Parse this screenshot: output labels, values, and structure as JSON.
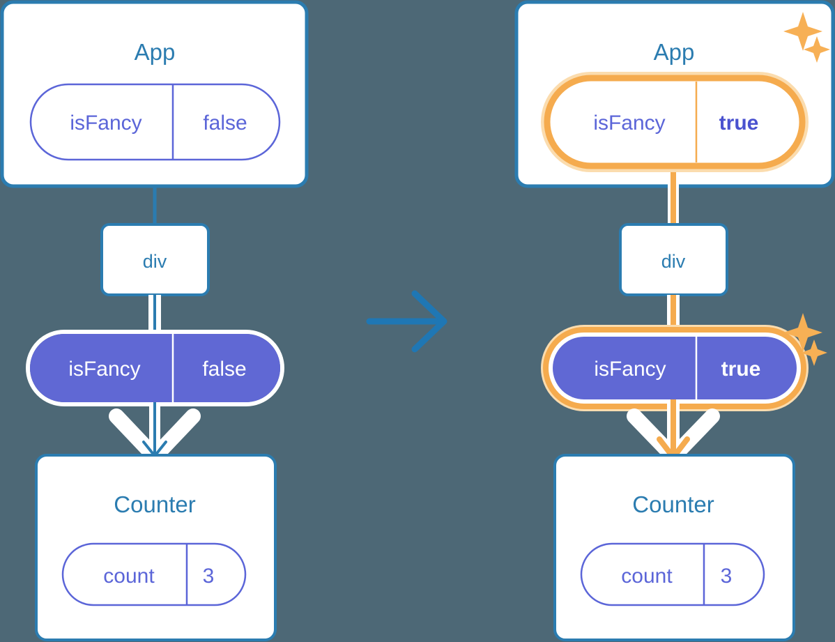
{
  "diagram": {
    "title_text": "",
    "background_color": "#4d6876",
    "transition_arrow": "arrow-right-icon",
    "colors": {
      "card_border": "#2b7cb0",
      "card_fill": "#ffffff",
      "text_blue": "#2b7cb0",
      "purple": "#5b65d8",
      "purple_fill": "#6068d4",
      "highlight_orange": "#f5ab4e",
      "highlight_glow": "#fbdcae",
      "white": "#ffffff"
    },
    "panels": [
      {
        "id": "before",
        "app_card": {
          "title": "App",
          "state_pill": {
            "key": "isFancy",
            "value": "false",
            "style": "outline",
            "highlighted": false,
            "bold_value": false
          }
        },
        "div_node": {
          "label": "div"
        },
        "prop_pill": {
          "key": "isFancy",
          "value": "false",
          "style": "filled",
          "highlighted": false,
          "bold_value": false
        },
        "counter_card": {
          "title": "Counter",
          "state_pill": {
            "key": "count",
            "value": "3",
            "style": "outline",
            "highlighted": false,
            "bold_value": false
          }
        },
        "flow_color": "#2b7cb0",
        "sparkles": false
      },
      {
        "id": "after",
        "app_card": {
          "title": "App",
          "state_pill": {
            "key": "isFancy",
            "value": "true",
            "style": "outline",
            "highlighted": true,
            "bold_value": true
          }
        },
        "div_node": {
          "label": "div"
        },
        "prop_pill": {
          "key": "isFancy",
          "value": "true",
          "style": "filled",
          "highlighted": true,
          "bold_value": true
        },
        "counter_card": {
          "title": "Counter",
          "state_pill": {
            "key": "count",
            "value": "3",
            "style": "outline",
            "highlighted": false,
            "bold_value": false
          }
        },
        "flow_color": "#f5ab4e",
        "sparkles": true
      }
    ]
  }
}
